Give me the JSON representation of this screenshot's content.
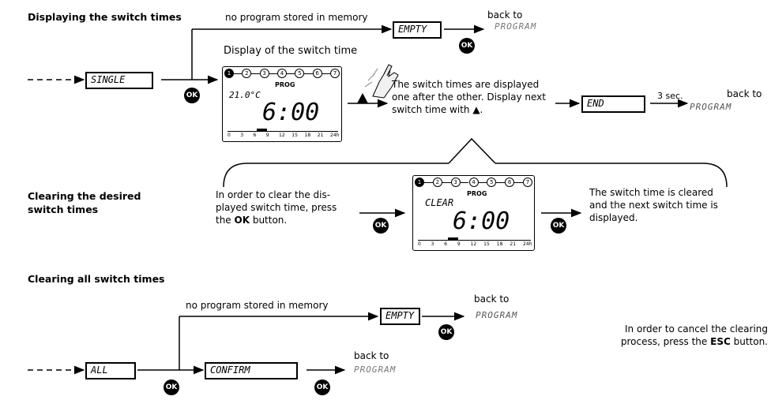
{
  "section1": {
    "heading": "Displaying the switch times",
    "no_program": "no program stored in memory",
    "empty": "EMPTY",
    "back_to": "back to",
    "back_program": "PROGRAM",
    "display_caption": "Display of the switch time",
    "single": "SINGLE",
    "ok": "OK",
    "display": {
      "days": [
        "1",
        "2",
        "3",
        "4",
        "5",
        "6",
        "7"
      ],
      "prog": "PROG",
      "temp": "21.0°C",
      "time": "6:00",
      "ticks": [
        "0",
        "3",
        "6",
        "9",
        "12",
        "15",
        "18",
        "21",
        "24h"
      ]
    },
    "description": "The switch times are displayed one after the other. Display next switch time with ▲.",
    "end": "END",
    "three_sec": "3 sec.",
    "back_program2": "PROGRAM"
  },
  "section2": {
    "heading": "Clearing the desired switch times",
    "instruction_pre": "In order to clear the dis-played switch time, press the ",
    "instruction_ok": "OK",
    "instruction_post": " button.",
    "display": {
      "days": [
        "1",
        "2",
        "3",
        "4",
        "5",
        "6",
        "7"
      ],
      "prog": "PROG",
      "status": "CLEAR",
      "time": "6:00",
      "ticks": [
        "0",
        "3",
        "6",
        "9",
        "12",
        "15",
        "18",
        "21",
        "24h"
      ]
    },
    "result": "The switch time is cleared and the next switch time is displayed.",
    "ok": "OK"
  },
  "section3": {
    "heading": "Clearing all switch times",
    "no_program": "no program stored in memory",
    "empty": "EMPTY",
    "back_to": "back to",
    "back_program": "PROGRAM",
    "all": "ALL",
    "confirm": "CONFIRM",
    "back_to2": "back to",
    "back_program2": "PROGRAM",
    "ok": "OK",
    "cancel_pre": "In order to cancel the clearing process, press the ",
    "cancel_esc": "ESC",
    "cancel_post": " button."
  }
}
